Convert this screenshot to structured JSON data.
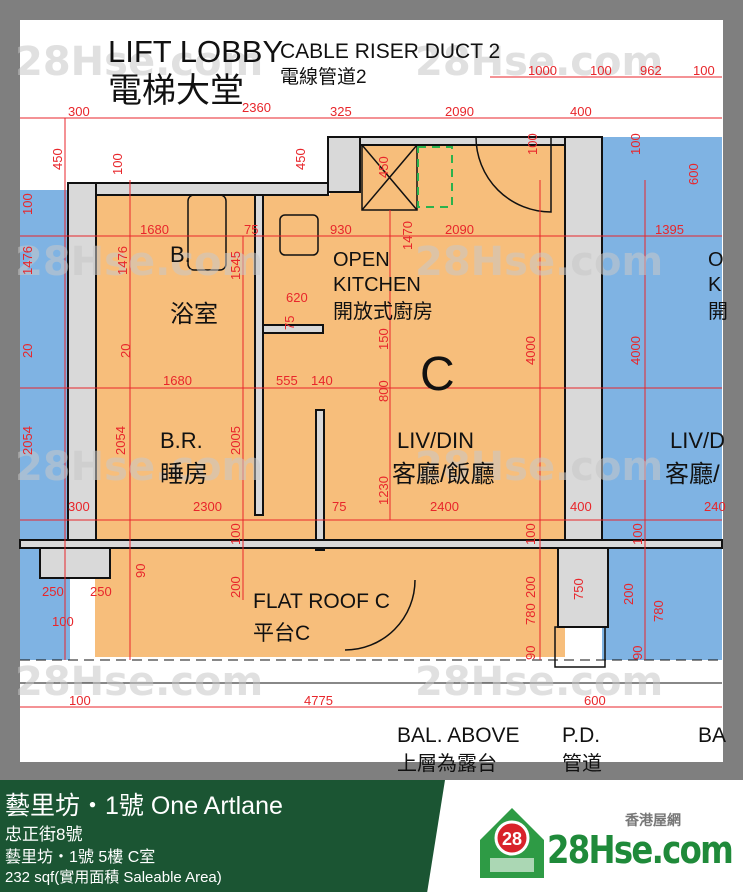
{
  "plan": {
    "rooms": {
      "lift_lobby_en": "LIFT LOBBY",
      "lift_lobby_zh": "電梯大堂",
      "cable_riser_en": "CABLE RISER DUCT 2",
      "cable_riser_zh": "電線管道2",
      "bath_en": "B.",
      "bath_zh": "浴室",
      "kitchen_en_1": "OPEN",
      "kitchen_en_2": "KITCHEN",
      "kitchen_zh": "開放式廚房",
      "unit_letter": "C",
      "bedroom_en": "B.R.",
      "bedroom_zh": "睡房",
      "livdin_en": "LIV/DIN",
      "livdin_zh": "客廳/飯廳",
      "right_kitchen_en_1": "O",
      "right_kitchen_en_2": "K",
      "right_kitchen_zh": "開",
      "right_livdin_en": "LIV/D",
      "right_livdin_zh": "客廳/",
      "flat_roof_en": "FLAT ROOF C",
      "flat_roof_zh": "平台C",
      "bal_above_en": "BAL. ABOVE",
      "bal_above_zh": "上層為露台",
      "pd_en": "P.D.",
      "pd_zh": "管道",
      "right_bal_en": "BA"
    },
    "dimensions": [
      "1000",
      "100",
      "962",
      "100",
      "300",
      "2360",
      "325",
      "2090",
      "400",
      "450",
      "100",
      "450",
      "450",
      "100",
      "100",
      "600",
      "100",
      "1680",
      "75",
      "930",
      "1470",
      "2090",
      "1395",
      "1476",
      "1476",
      "1545",
      "620",
      "75",
      "150",
      "4000",
      "4000",
      "20",
      "20",
      "1680",
      "555",
      "140",
      "800",
      "2054",
      "2054",
      "2005",
      "1230",
      "300",
      "2300",
      "75",
      "2400",
      "400",
      "240",
      "100",
      "100",
      "100",
      "90",
      "200",
      "200",
      "750",
      "200",
      "780",
      "780",
      "90",
      "90",
      "250",
      "250",
      "100",
      "100",
      "4775",
      "600"
    ],
    "watermark": "28Hse.com",
    "colors": {
      "unit": "#f7be7b",
      "neighbor": "#7fb3e3",
      "dimension": "#e8262b",
      "wall": "#d9d9d9"
    }
  },
  "banner": {
    "title": "藝里坊・1號 One Artlane",
    "street": "忠正街8號",
    "unit": "藝里坊・1號 5樓 C室",
    "area": "232 sqf(實用面積 Saleable Area)",
    "logo_badge": "28",
    "logo_text": "28Hse.com",
    "logo_sub": "香港屋網"
  }
}
